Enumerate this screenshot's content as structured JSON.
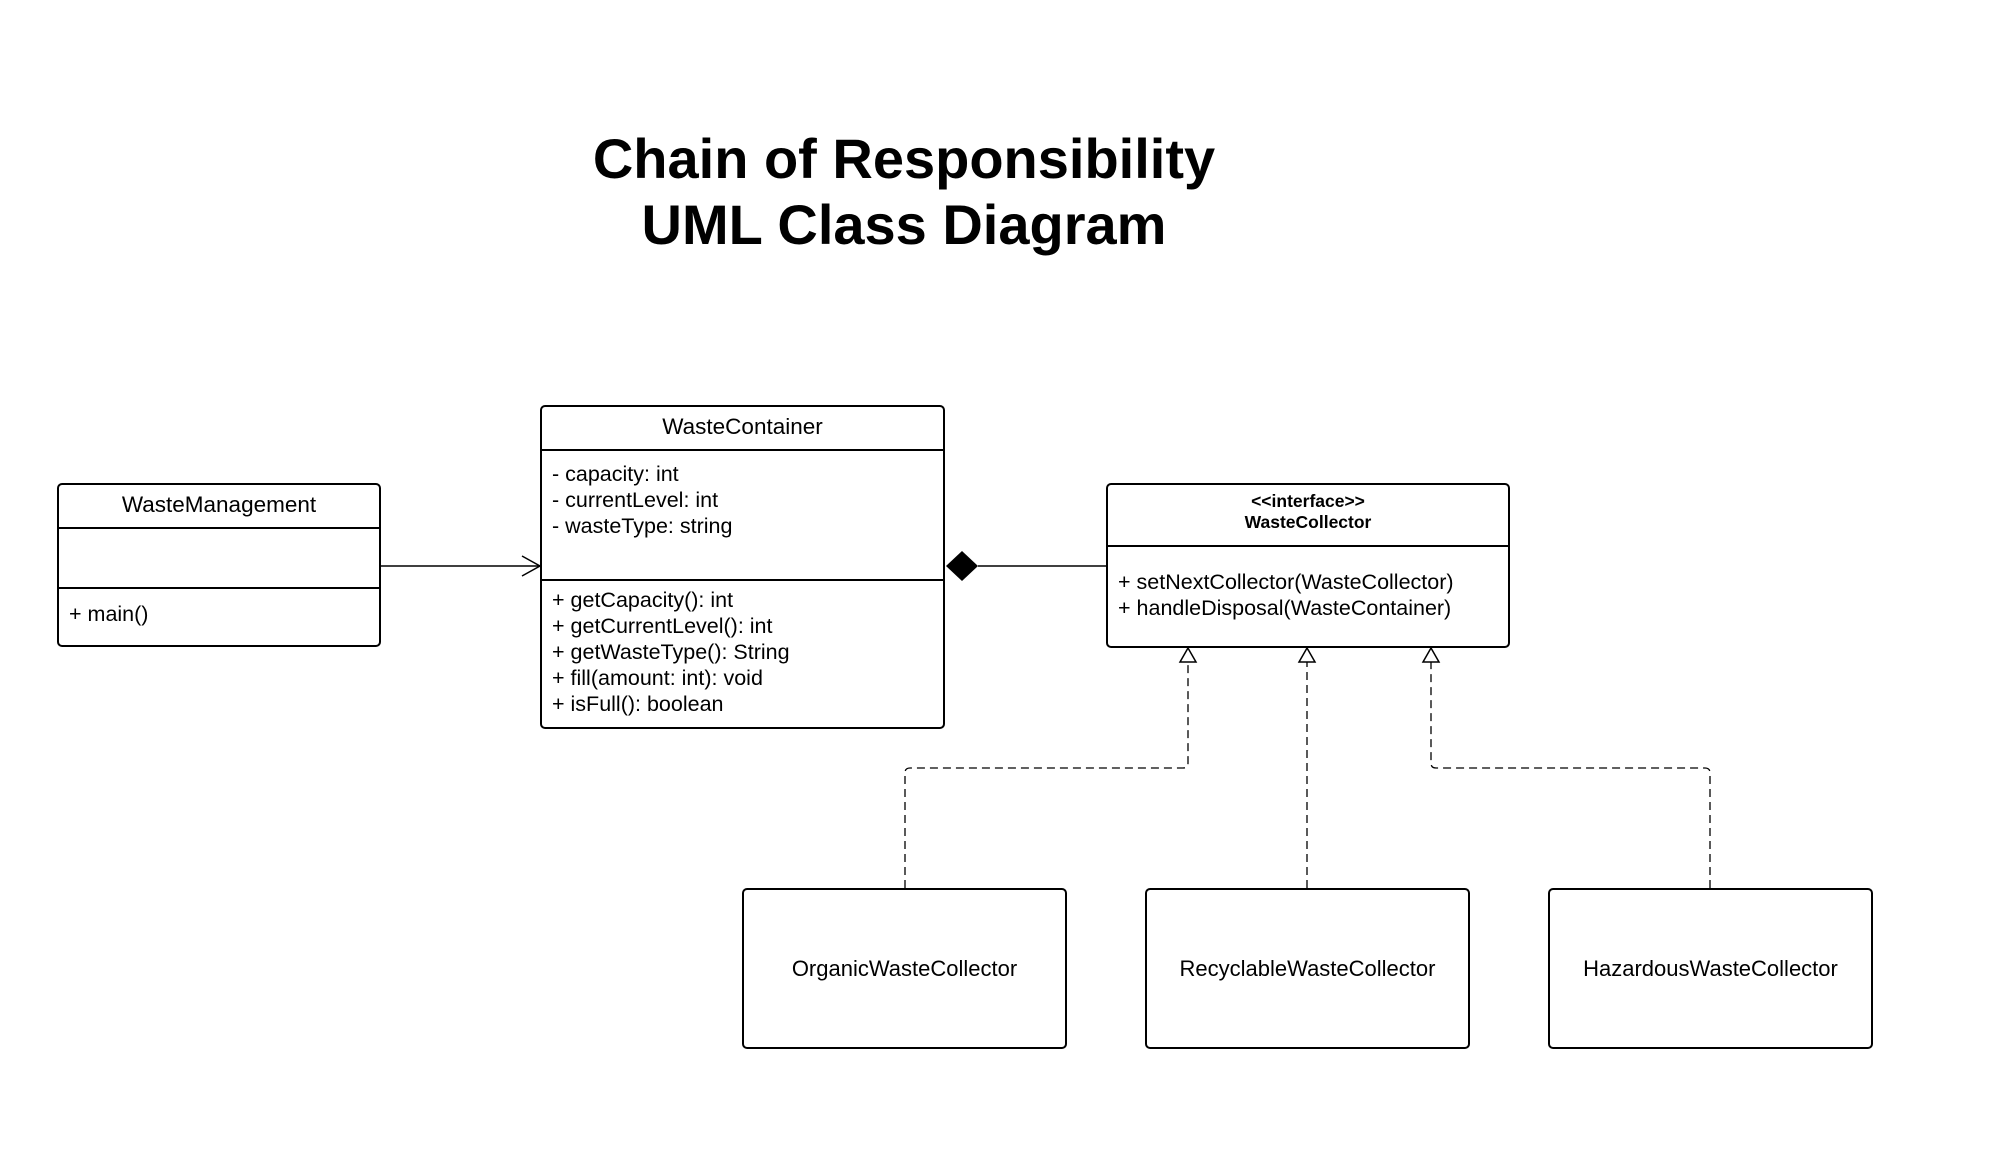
{
  "title": {
    "line1": "Chain of Responsibility",
    "line2": "UML Class Diagram"
  },
  "classes": {
    "waste_management": {
      "name": "WasteManagement",
      "attributes": [],
      "methods": [
        "+ main()"
      ]
    },
    "waste_container": {
      "name": "WasteContainer",
      "attributes": [
        "- capacity: int",
        "- currentLevel: int",
        "- wasteType: string"
      ],
      "methods": [
        "+ getCapacity(): int",
        "+ getCurrentLevel(): int",
        "+ getWasteType(): String",
        "+ fill(amount: int): void",
        "+ isFull(): boolean"
      ]
    },
    "waste_collector": {
      "stereotype": "<<interface>>",
      "name": "WasteCollector",
      "methods": [
        "+ setNextCollector(WasteCollector)",
        "+ handleDisposal(WasteContainer)"
      ]
    },
    "organic": {
      "name": "OrganicWasteCollector"
    },
    "recyclable": {
      "name": "RecyclableWasteCollector"
    },
    "hazardous": {
      "name": "HazardousWasteCollector"
    }
  },
  "relationships": [
    {
      "from": "WasteManagement",
      "to": "WasteContainer",
      "type": "association"
    },
    {
      "from": "WasteContainer",
      "to": "WasteCollector",
      "type": "composition"
    },
    {
      "from": "OrganicWasteCollector",
      "to": "WasteCollector",
      "type": "realization"
    },
    {
      "from": "RecyclableWasteCollector",
      "to": "WasteCollector",
      "type": "realization"
    },
    {
      "from": "HazardousWasteCollector",
      "to": "WasteCollector",
      "type": "realization"
    }
  ]
}
